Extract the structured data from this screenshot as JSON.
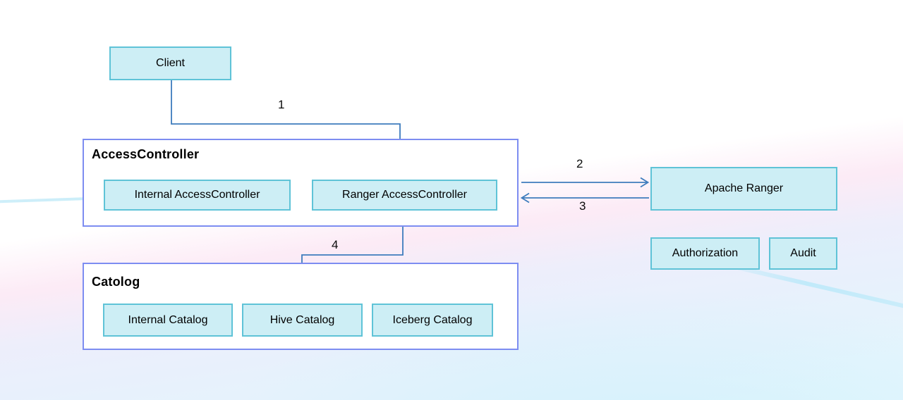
{
  "diagram": {
    "groups": {
      "access_controller": {
        "title": "AccessController"
      },
      "catalog": {
        "title": "Catolog"
      }
    },
    "nodes": {
      "client": {
        "label": "Client"
      },
      "internal_access_controller": {
        "label": "Internal AccessController"
      },
      "ranger_access_controller": {
        "label": "Ranger AccessController"
      },
      "apache_ranger": {
        "label": "Apache Ranger"
      },
      "authorization": {
        "label": "Authorization"
      },
      "audit": {
        "label": "Audit"
      },
      "internal_catalog": {
        "label": "Internal Catalog"
      },
      "hive_catalog": {
        "label": "Hive Catalog"
      },
      "iceberg_catalog": {
        "label": "Iceberg Catalog"
      }
    },
    "connectors": {
      "step1": {
        "label": "1",
        "from": "Client",
        "to": "Ranger AccessController"
      },
      "step2": {
        "label": "2",
        "from": "AccessController",
        "to": "Apache Ranger"
      },
      "step3": {
        "label": "3",
        "from": "Apache Ranger",
        "to": "AccessController"
      },
      "step4": {
        "label": "4",
        "from": "Ranger AccessController",
        "to": "Hive Catalog"
      }
    },
    "colors": {
      "node_fill": "#cdeef5",
      "node_border": "#5fc3d7",
      "group_border": "#7d8df1",
      "connector": "#3e7cbd",
      "text": "#000000",
      "bg_pink_band": "#fbe9f4",
      "bg_lavender": "#ecedfb",
      "bg_bottom_cyan": "#e4f6fd"
    }
  }
}
